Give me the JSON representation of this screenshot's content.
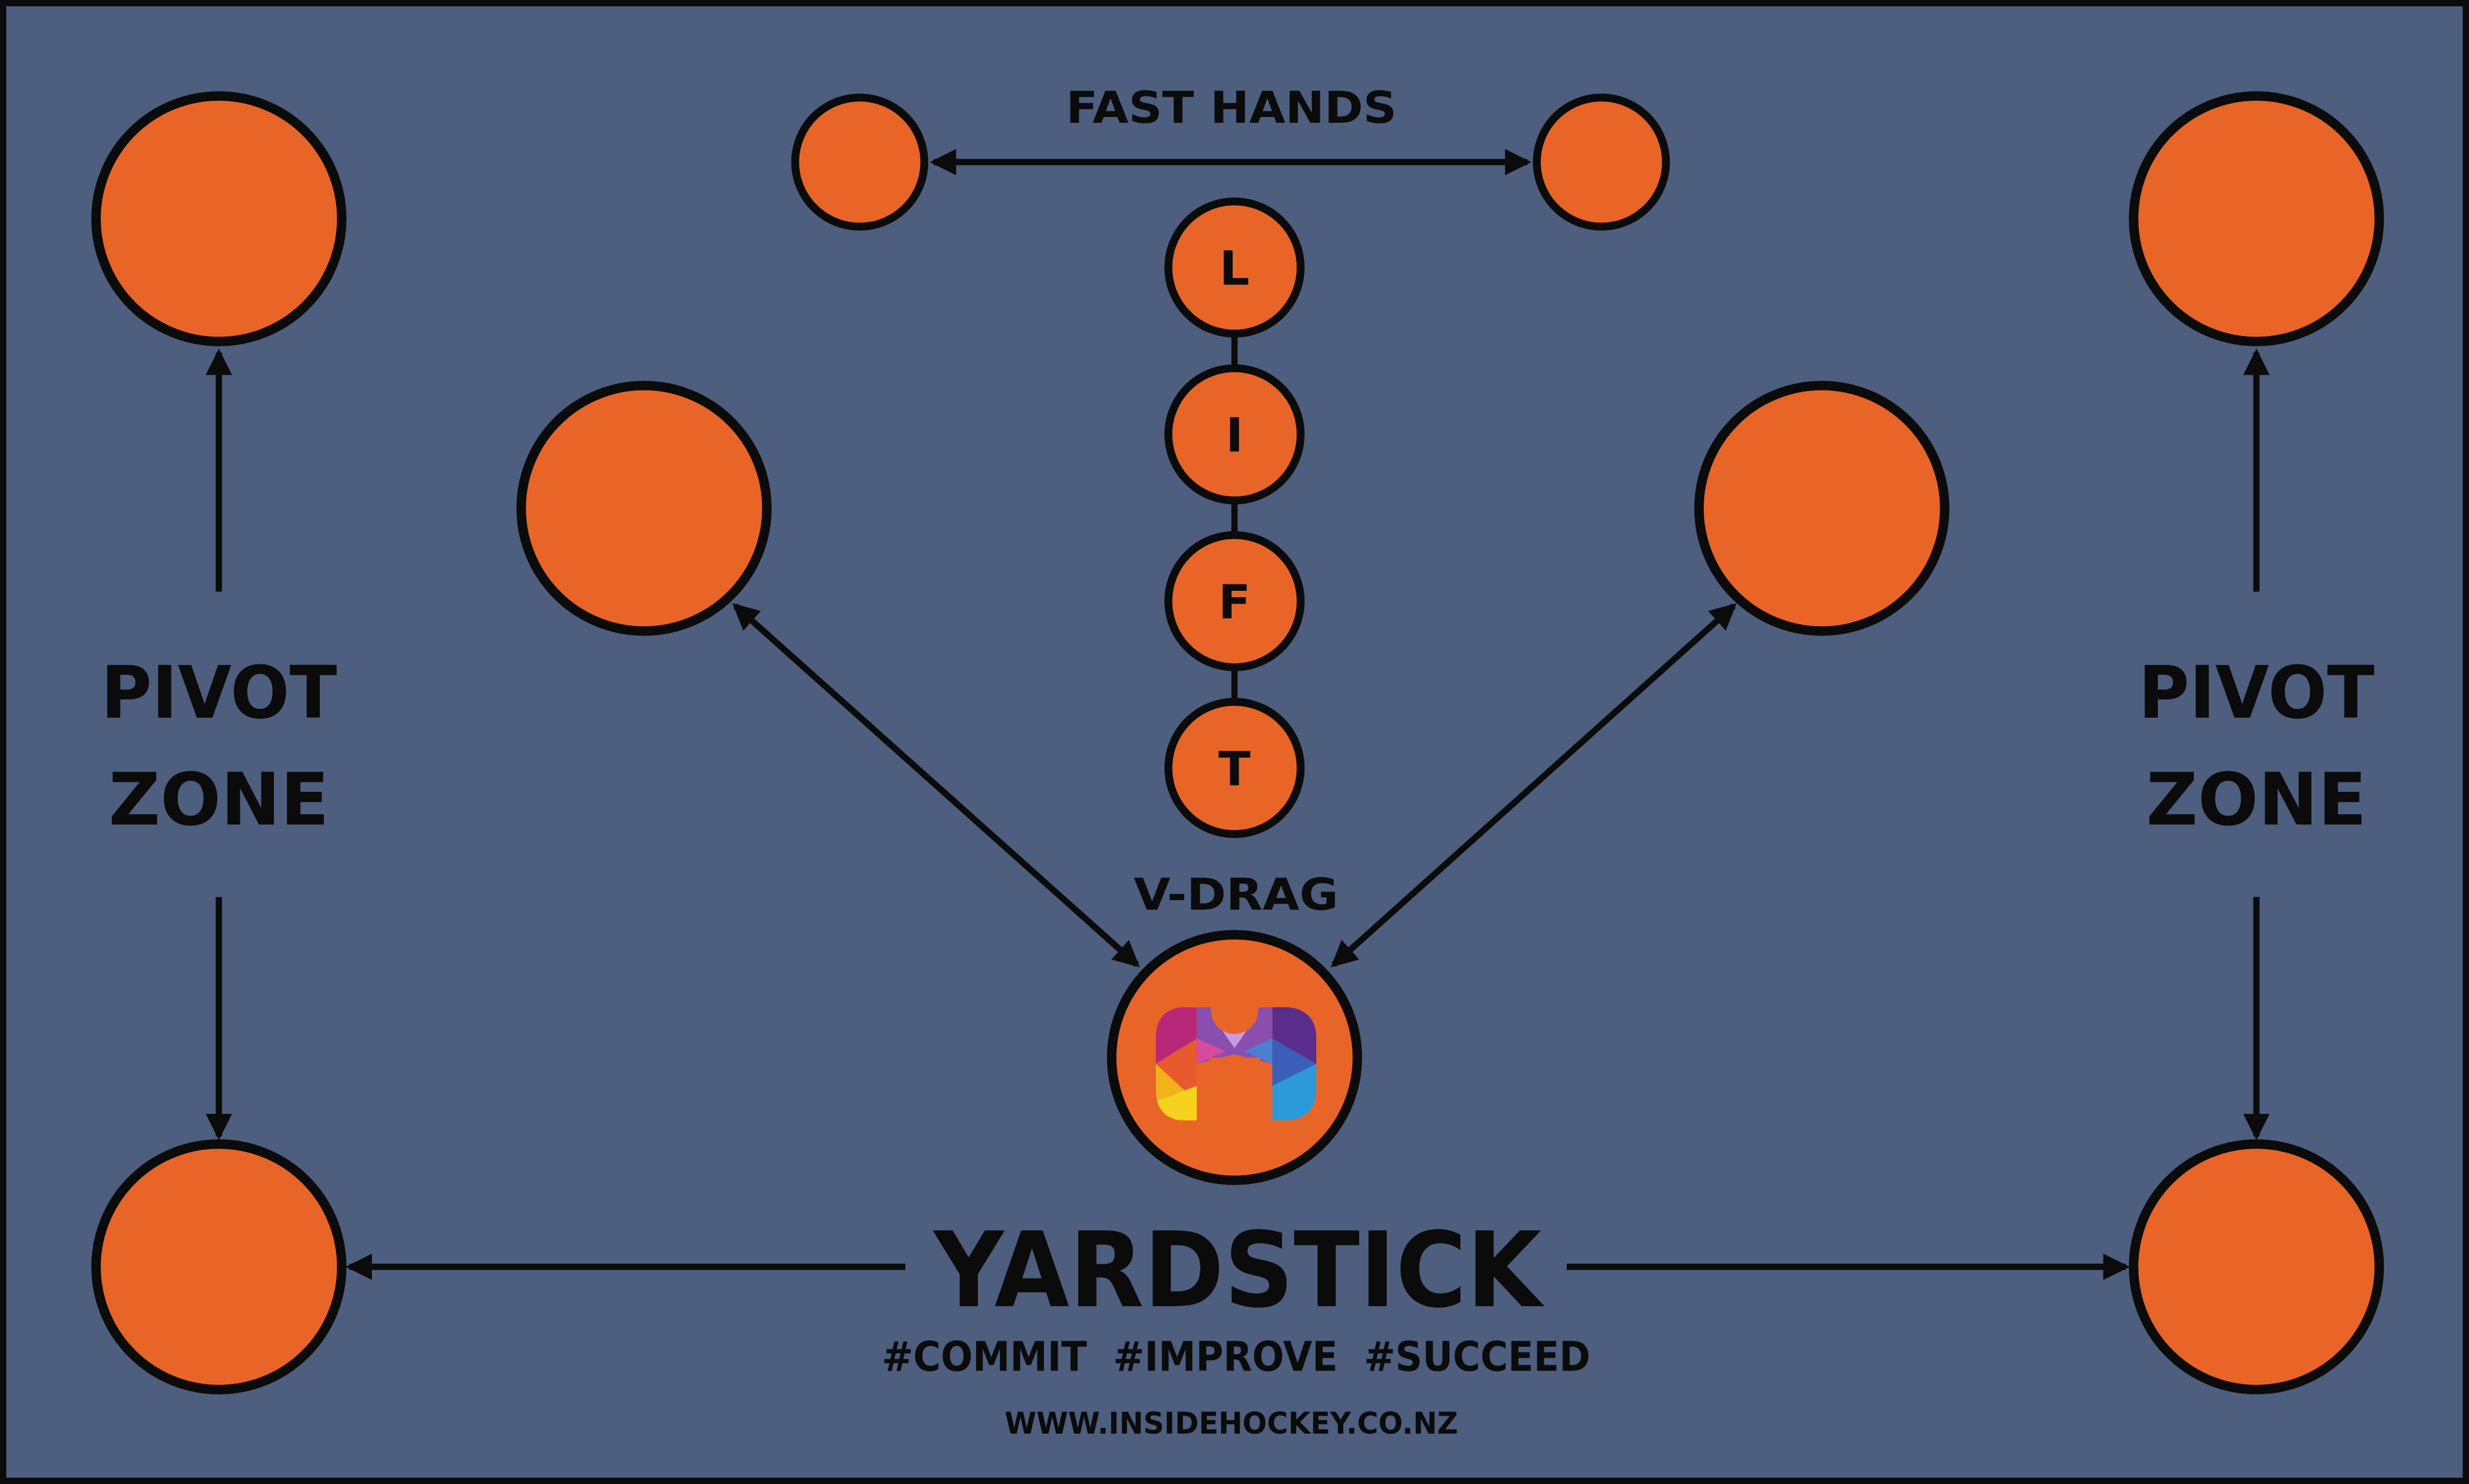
{
  "colors": {
    "background": "#4d5e7e",
    "cone_fill": "#e86527",
    "outline": "#0b0b0b"
  },
  "labels": {
    "fast_hands": "FAST HANDS",
    "pivot_left_line1": "PIVOT",
    "pivot_left_line2": "ZONE",
    "pivot_right_line1": "PIVOT",
    "pivot_right_line2": "ZONE",
    "v_drag": "V-DRAG",
    "yardstick": "YARDSTICK",
    "hashtags": "#COMMIT  #IMPROVE  #SUCCEED",
    "website": "WWW.INSIDEHOCKEY.CO.NZ"
  },
  "lift": {
    "letters": [
      "L",
      "I",
      "F",
      "T"
    ]
  },
  "logo": {
    "icon": "insidehockey-logo-icon"
  }
}
